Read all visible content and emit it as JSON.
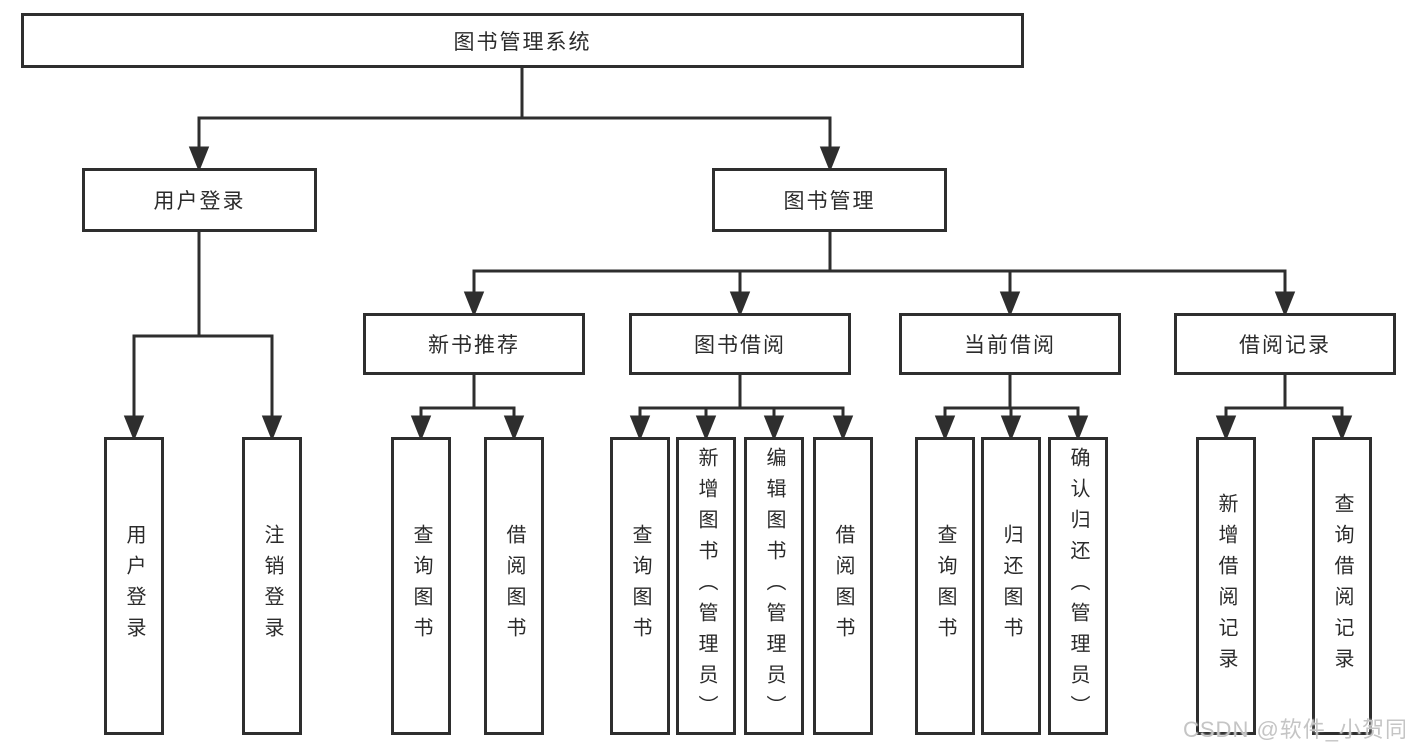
{
  "diagram_type": "hierarchy-tree",
  "colors": {
    "line": "#2e2e2e",
    "border": "#2e2e2e",
    "text": "#2b2b2b",
    "background": "#ffffff",
    "watermark": "#c5c5c5"
  },
  "tree": {
    "root": {
      "label": "图书管理系统",
      "children": [
        {
          "label": "用户登录",
          "children": [
            {
              "label": "用户登录"
            },
            {
              "label": "注销登录"
            }
          ]
        },
        {
          "label": "图书管理",
          "children": [
            {
              "label": "新书推荐",
              "children": [
                {
                  "label": "查询图书"
                },
                {
                  "label": "借阅图书"
                }
              ]
            },
            {
              "label": "图书借阅",
              "children": [
                {
                  "label": "查询图书"
                },
                {
                  "label": "新增图书（管理员）"
                },
                {
                  "label": "编辑图书（管理员）"
                },
                {
                  "label": "借阅图书"
                }
              ]
            },
            {
              "label": "当前借阅",
              "children": [
                {
                  "label": "查询图书"
                },
                {
                  "label": "归还图书"
                },
                {
                  "label": "确认归还（管理员）"
                }
              ]
            },
            {
              "label": "借阅记录",
              "children": [
                {
                  "label": "新增借阅记录"
                },
                {
                  "label": "查询借阅记录"
                }
              ]
            }
          ]
        }
      ]
    }
  },
  "watermark": {
    "text": "CSDN @软件_小贺同学"
  }
}
